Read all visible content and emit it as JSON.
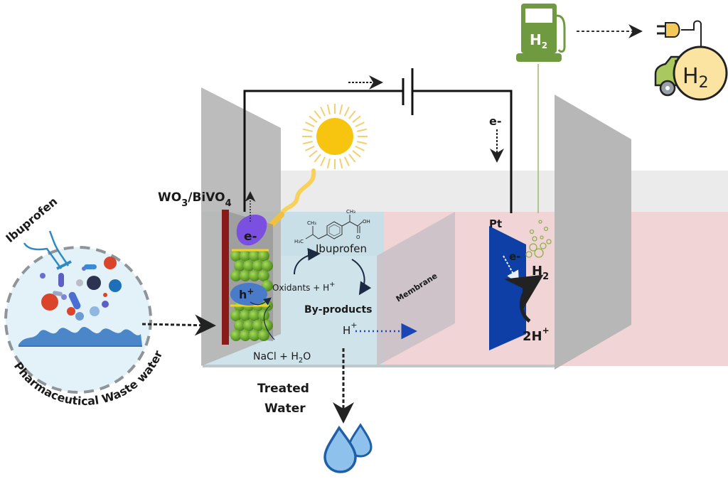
{
  "title": "Photoelectrochemical treatment of pharmaceutical wastewater with H2 production",
  "source": {
    "drug_label": "Ibuprofen",
    "circle_label": "Pharmaceutical Waste water"
  },
  "anode": {
    "label_main": "WO",
    "label_sub1": "3",
    "label_mid": "/BiVO",
    "label_sub2": "4",
    "electron": "e-",
    "hole": "h",
    "hole_sup": "+"
  },
  "cathode": {
    "label": "Pt",
    "electron": "e-",
    "product": "H",
    "product_sub": "2",
    "reactant": "2H",
    "reactant_sup": "+"
  },
  "circuit": {
    "electron_label": "e-"
  },
  "reactions": {
    "pollutant": "Ibuprofen",
    "oxidants": "Oxidants + H",
    "oxidants_sup": "+",
    "byproducts": "By-products",
    "electrolyte_a": "NaCl + H",
    "electrolyte_sub": "2",
    "electrolyte_b": "O",
    "proton": "H",
    "proton_sup": "+"
  },
  "molecule": {
    "ch3_top": "CH₃",
    "ch3_left": "CH₃",
    "h3c": "H₃C",
    "oh": "OH",
    "o": "O"
  },
  "membrane": {
    "label": "Membrane"
  },
  "output": {
    "treated_line1": "Treated",
    "treated_line2": "Water"
  },
  "station": {
    "label": "H",
    "sub": "2"
  },
  "vehicle": {
    "label": "H",
    "sub": "2"
  },
  "colors": {
    "anode_bar": "#8b1a1a",
    "photocatalyst": "#7cb82f",
    "electron_blob": "#7b4fe0",
    "hole_blob": "#4a7bc8",
    "cathode": "#0d3fa6",
    "anolyte": "#cfe3ea",
    "catholyte": "#f0d4d6",
    "station_green": "#6f9a3f",
    "sun": "#f7c510",
    "water_drop": "#3d8ad6"
  }
}
